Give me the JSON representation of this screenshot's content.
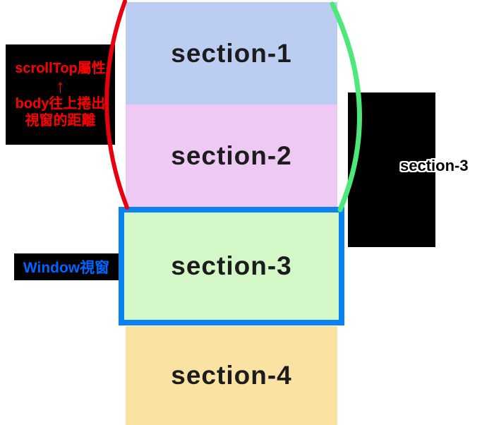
{
  "sections": [
    {
      "label": "section-1",
      "color": "#bccdf2"
    },
    {
      "label": "section-2",
      "color": "#eec9f3"
    },
    {
      "label": "section-3",
      "color": "#d4f7c8",
      "border_color": "#0a82f0"
    },
    {
      "label": "section-4",
      "color": "#fae2a2"
    }
  ],
  "annotations": {
    "scrolltop_box": {
      "title": "scrollTop屬性",
      "arrow": "↑",
      "desc_line1": "body往上捲出",
      "desc_line2": "視窗的距離",
      "text_color": "#ff0000",
      "bg_color": "#000000"
    },
    "window_box": {
      "label": "Window視窗",
      "text_color": "#0064ff",
      "bg_color": "#000000"
    },
    "offset_box": {
      "label": "section-3",
      "text_color": "#000000",
      "outline_color": "#ffffff",
      "bg_color": "#000000"
    }
  },
  "curves": {
    "left": {
      "name": "scrolled-out-range-bracket",
      "color": "#e8000f"
    },
    "right": {
      "name": "offset-top-range-bracket",
      "color": "#4ce879"
    }
  }
}
